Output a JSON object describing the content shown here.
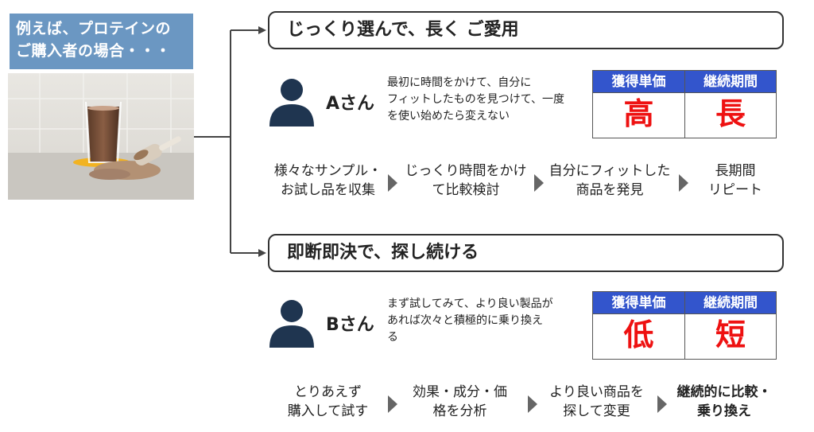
{
  "intro": {
    "lines": [
      "例えば、プロテインの",
      "ご購入者の場合・・・"
    ]
  },
  "photo": {
    "subject": "protein-shake-photo"
  },
  "colors": {
    "intro_bg": "#6b97c2",
    "table_header": "#3355cc",
    "metric_value": "#ee1111",
    "icon": "#1f3550",
    "arrow": "#666666"
  },
  "sections": [
    {
      "heading": "じっくり選んで、長く ご愛用",
      "person": "Aさん",
      "description": [
        "最初に時間をかけて、自分に",
        "フィットしたものを見つけて、一度",
        "を使い始めたら変えない"
      ],
      "metrics": {
        "headers": [
          "獲得単価",
          "継続期間"
        ],
        "values": [
          "高",
          "長"
        ]
      },
      "steps": [
        {
          "lines": [
            "様々なサンプル・",
            "お試し品を収集"
          ]
        },
        {
          "lines": [
            "じっくり時間をかけ",
            "て比較検討"
          ]
        },
        {
          "lines": [
            "自分にフィットした",
            "商品を発見"
          ]
        },
        {
          "lines": [
            "長期間",
            "リピート"
          ]
        }
      ]
    },
    {
      "heading": "即断即決で、探し続ける",
      "person": "Bさん",
      "description": [
        "まず試してみて、より良い製品が",
        "あれば次々と積極的に乗り換え",
        "る"
      ],
      "metrics": {
        "headers": [
          "獲得単価",
          "継続期間"
        ],
        "values": [
          "低",
          "短"
        ]
      },
      "steps": [
        {
          "lines": [
            "とりあえず",
            "購入して試す"
          ]
        },
        {
          "lines": [
            "効果・成分・価",
            "格を分析"
          ]
        },
        {
          "lines": [
            "より良い商品を",
            "探して変更"
          ]
        },
        {
          "lines": [
            "継続的に比較・",
            "乗り換え"
          ]
        }
      ]
    }
  ]
}
